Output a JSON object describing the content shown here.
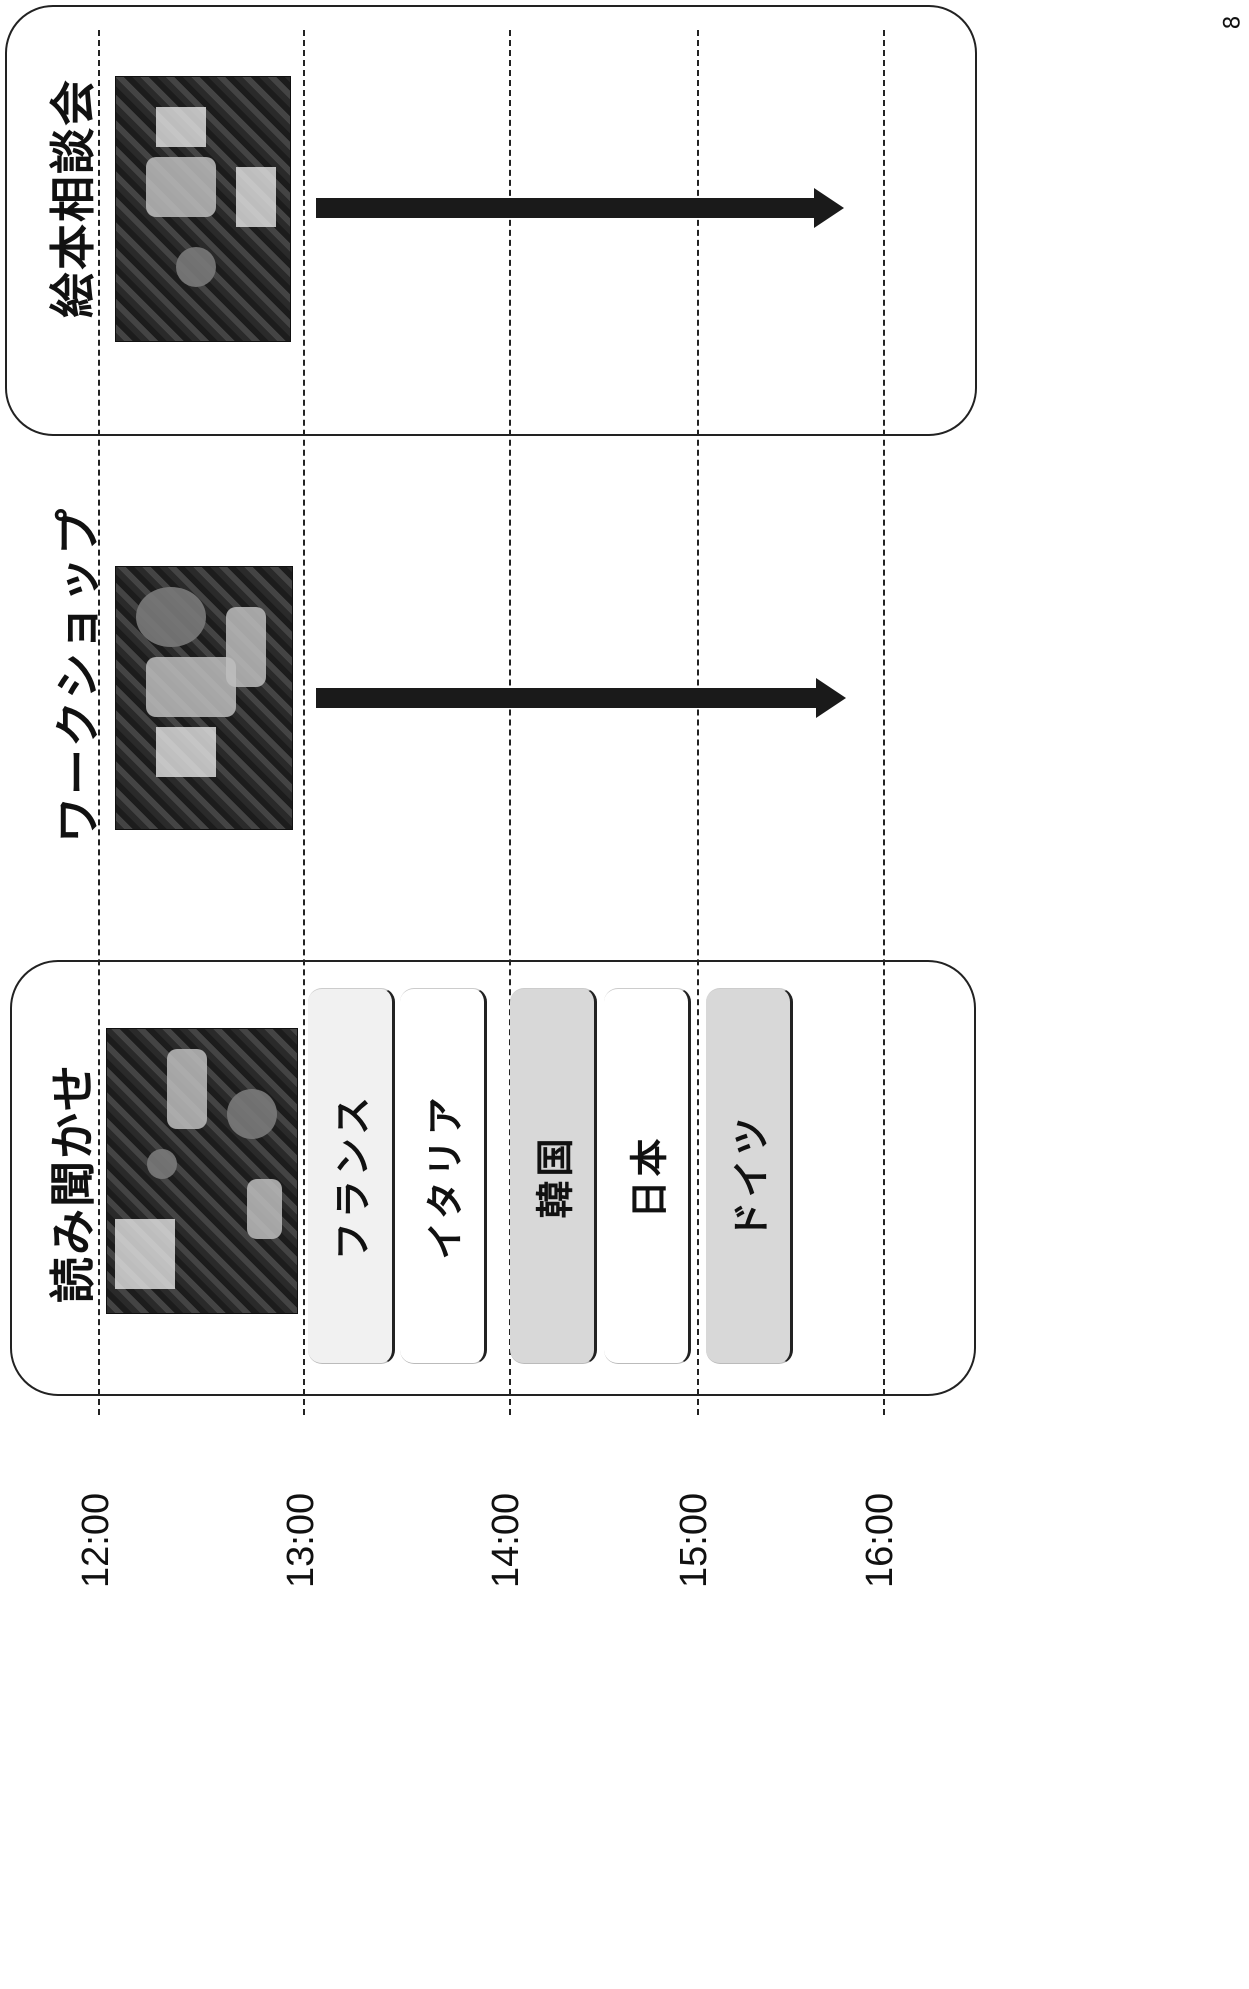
{
  "page_number": "8",
  "times": [
    "12:00",
    "13:00",
    "14:00",
    "15:00",
    "16:00"
  ],
  "events": [
    {
      "title": "読み聞かせ"
    },
    {
      "title": "ワークショップ"
    },
    {
      "title": "絵本相談会"
    }
  ],
  "languages": [
    "フランス",
    "イタリア",
    "韓国",
    "日本",
    "ドイツ"
  ]
}
